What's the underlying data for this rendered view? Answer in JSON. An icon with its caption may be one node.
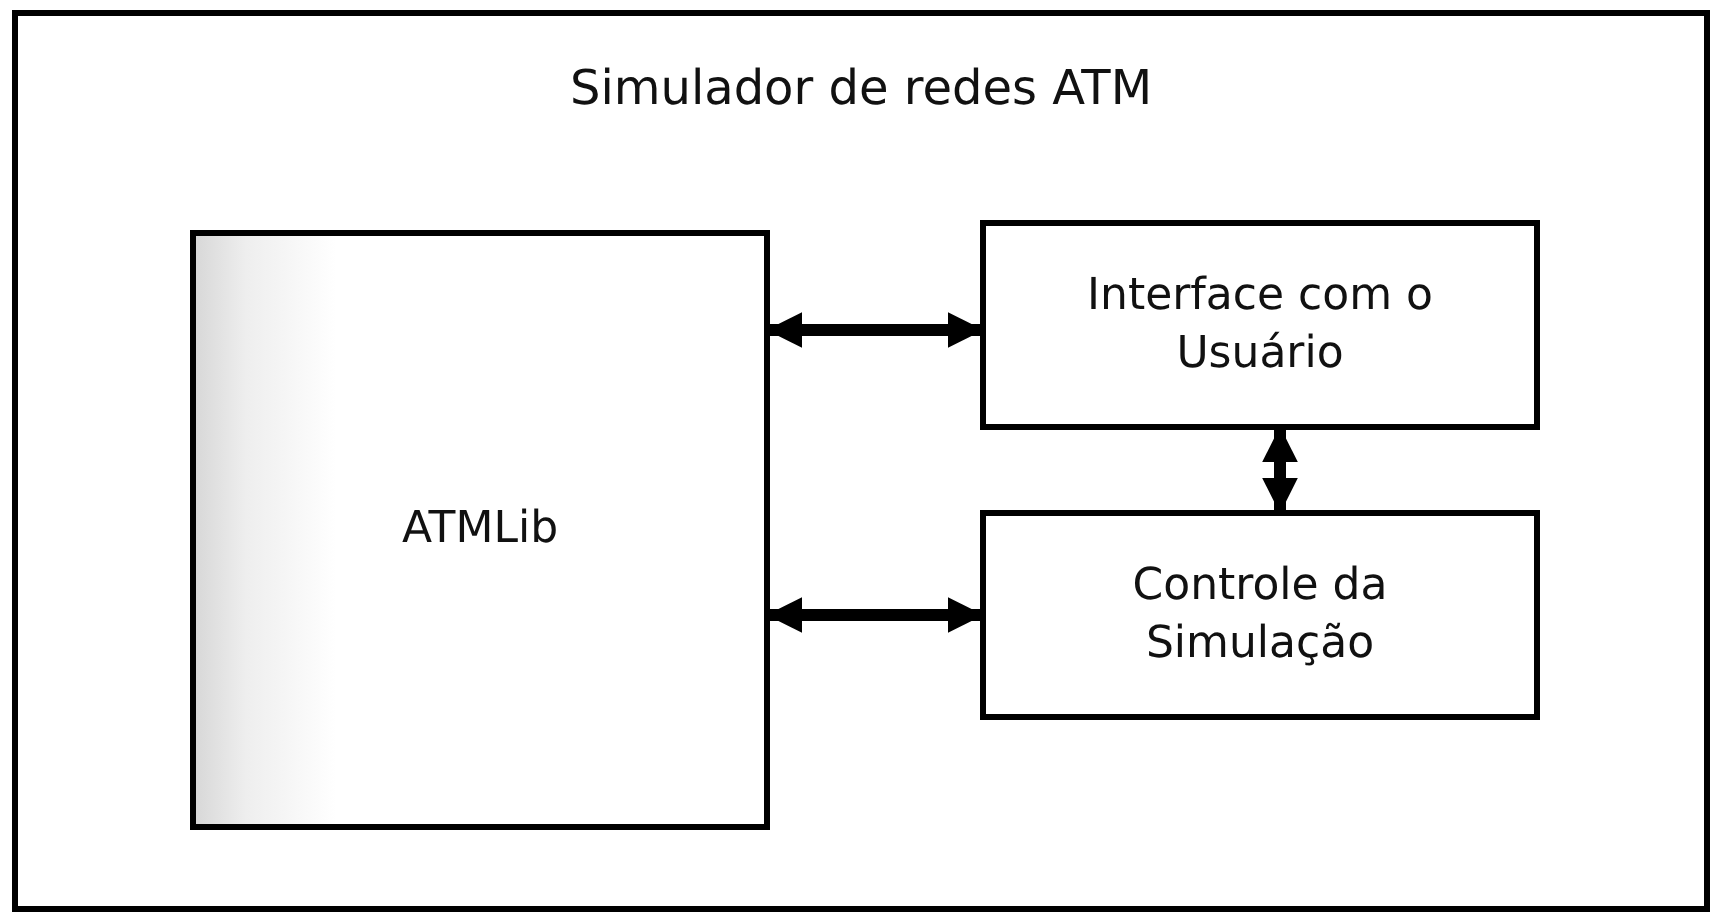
{
  "diagram": {
    "nodes": [
      {
        "text": [
          "Simulador de redes ATM"
        ]
      },
      {
        "text": [
          "ATMLib"
        ],
        "in": 0
      },
      {
        "text": [
          "Interface com o Usuário"
        ],
        "in": 0
      },
      {
        "text": [
          "Controle da Simulação"
        ],
        "in": 0
      }
    ],
    "edges": [
      {
        "from": 1,
        "to": 2,
        "arrow": "both"
      },
      {
        "from": 2,
        "to": 3,
        "arrow": "both"
      },
      {
        "from": 1,
        "to": 3,
        "arrow": "both"
      }
    ]
  }
}
